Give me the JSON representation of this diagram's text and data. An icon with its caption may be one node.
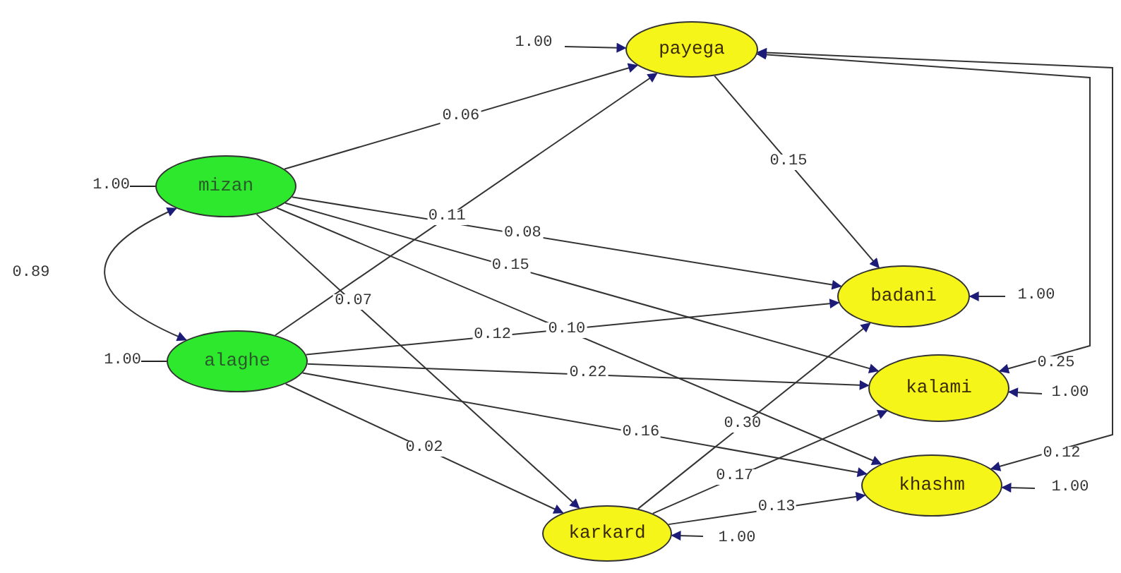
{
  "diagram": {
    "nodes": [
      {
        "text": [
          "payega"
        ]
      },
      {
        "text": [
          "mizan"
        ],
        "beside": [
          "1.00"
        ]
      },
      {
        "text": [
          "badani"
        ]
      },
      {
        "text": [
          "alaghe"
        ],
        "beside": [
          "1.00"
        ]
      },
      {
        "text": [
          "kalami"
        ]
      },
      {
        "text": [
          "khashm"
        ]
      },
      {
        "text": [
          "karkard"
        ]
      }
    ],
    "edges": [
      {
        "from": null,
        "to": 0,
        "arrow": "to",
        "label": "1.00"
      },
      {
        "from": 1,
        "to": 0,
        "arrow": "to",
        "label": "0.06"
      },
      {
        "from": 3,
        "to": 0,
        "arrow": "to",
        "label": "0.11"
      },
      {
        "from": 0,
        "to": 2,
        "arrow": "to",
        "label": "0.15"
      },
      {
        "from": 1,
        "to": 2,
        "arrow": "to",
        "label": "0.08"
      },
      {
        "from": 1,
        "to": 4,
        "arrow": "to",
        "label": "0.15"
      },
      {
        "from": 1,
        "to": 5,
        "arrow": "to",
        "label": "0.10"
      },
      {
        "from": 1,
        "to": 6,
        "arrow": "to",
        "label": "0.07"
      },
      {
        "from": 3,
        "to": 2,
        "arrow": "to",
        "label": "0.12"
      },
      {
        "from": 3,
        "to": 4,
        "arrow": "to",
        "label": "0.22"
      },
      {
        "from": 3,
        "to": 5,
        "arrow": "to",
        "label": "0.16"
      },
      {
        "from": 3,
        "to": 6,
        "arrow": "to",
        "label": "0.02"
      },
      {
        "from": 6,
        "to": 2,
        "arrow": "to",
        "label": "0.30"
      },
      {
        "from": 6,
        "to": 4,
        "arrow": "to",
        "label": "0.17"
      },
      {
        "from": 6,
        "to": 5,
        "arrow": "to",
        "label": "0.13"
      },
      {
        "from": null,
        "to": 2,
        "arrow": "to",
        "label": "1.00"
      },
      {
        "from": null,
        "to": 4,
        "arrow": "to",
        "label": "1.00"
      },
      {
        "from": null,
        "to": 5,
        "arrow": "to",
        "label": "1.00"
      },
      {
        "from": null,
        "to": 6,
        "arrow": "to",
        "label": "1.00"
      },
      {
        "from": 0,
        "to": 4,
        "arrow": "both",
        "label": "0.25"
      },
      {
        "from": 0,
        "to": 5,
        "arrow": "both",
        "label": "0.12"
      },
      {
        "from": 1,
        "to": 3,
        "arrow": "both",
        "label": "0.89"
      }
    ]
  }
}
